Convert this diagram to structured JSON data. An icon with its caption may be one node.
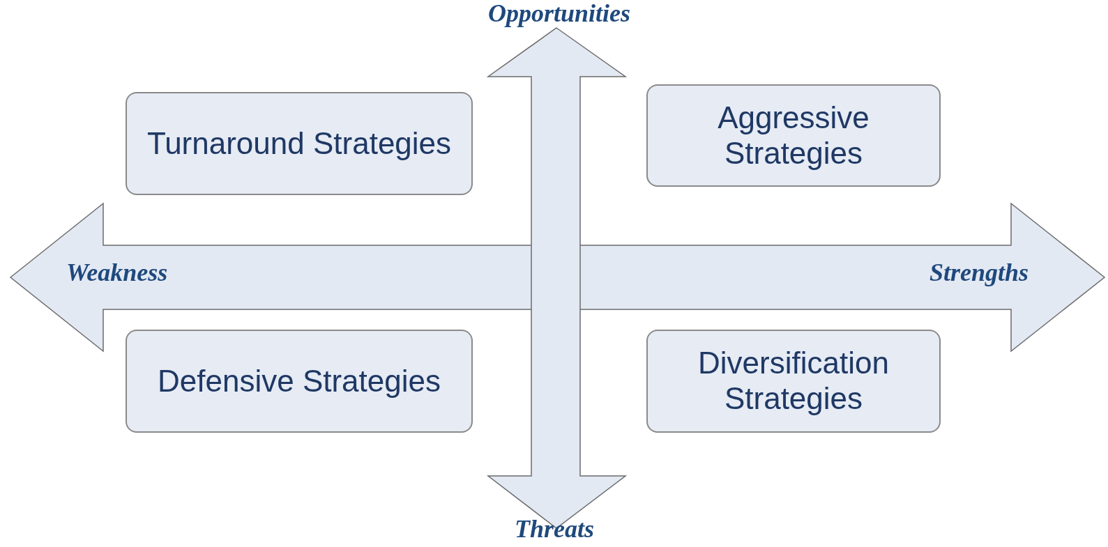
{
  "diagram": {
    "nodes": [
      {
        "text": [
          "Turnaround Strategies"
        ]
      },
      {
        "text": [
          "Aggressive Strategies"
        ]
      },
      {
        "text": [
          "Defensive Strategies"
        ]
      },
      {
        "text": [
          "Diversification Strategies"
        ]
      }
    ],
    "labels": [
      "Opportunities",
      "Weakness",
      "Strengths",
      "Threats"
    ]
  }
}
